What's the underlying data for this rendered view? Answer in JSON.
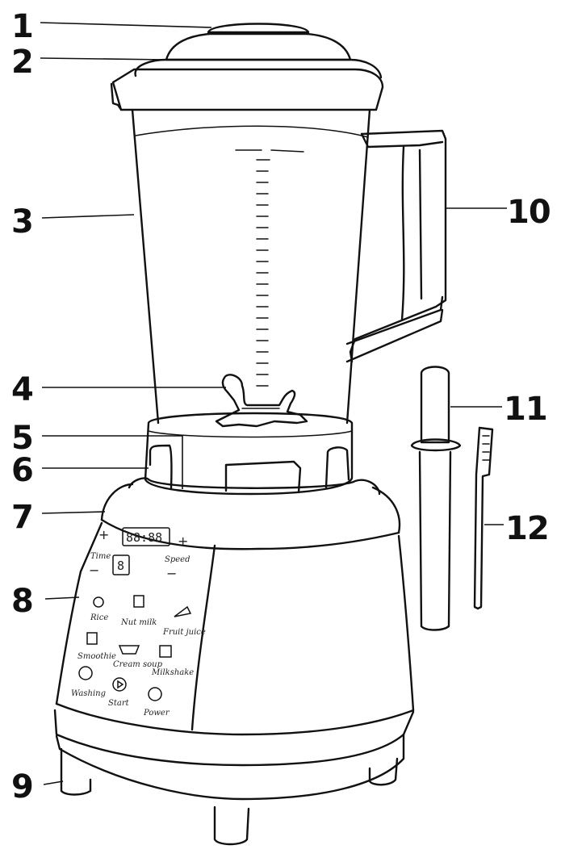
{
  "callouts": [
    {
      "id": "1",
      "label": "1"
    },
    {
      "id": "2",
      "label": "2"
    },
    {
      "id": "3",
      "label": "3"
    },
    {
      "id": "4",
      "label": "4"
    },
    {
      "id": "5",
      "label": "5"
    },
    {
      "id": "6",
      "label": "6"
    },
    {
      "id": "7",
      "label": "7"
    },
    {
      "id": "8",
      "label": "8"
    },
    {
      "id": "9",
      "label": "9"
    },
    {
      "id": "10",
      "label": "10"
    },
    {
      "id": "11",
      "label": "11"
    },
    {
      "id": "12",
      "label": "12"
    }
  ],
  "control_panel": {
    "display_time": "88:88",
    "display_speed": "8",
    "time_label": "Time",
    "speed_label": "Speed",
    "plus": "+",
    "minus": "−",
    "programs": {
      "rice": "Rice",
      "nut_milk": "Nut milk",
      "fruit_juice": "Fruit juice",
      "smoothie": "Smoothie",
      "cream_soup": "Cream soup",
      "milkshake": "Milkshake",
      "washing": "Washing",
      "start": "Start",
      "power": "Power"
    }
  },
  "colors": {
    "line": "#111111",
    "background": "#ffffff"
  }
}
